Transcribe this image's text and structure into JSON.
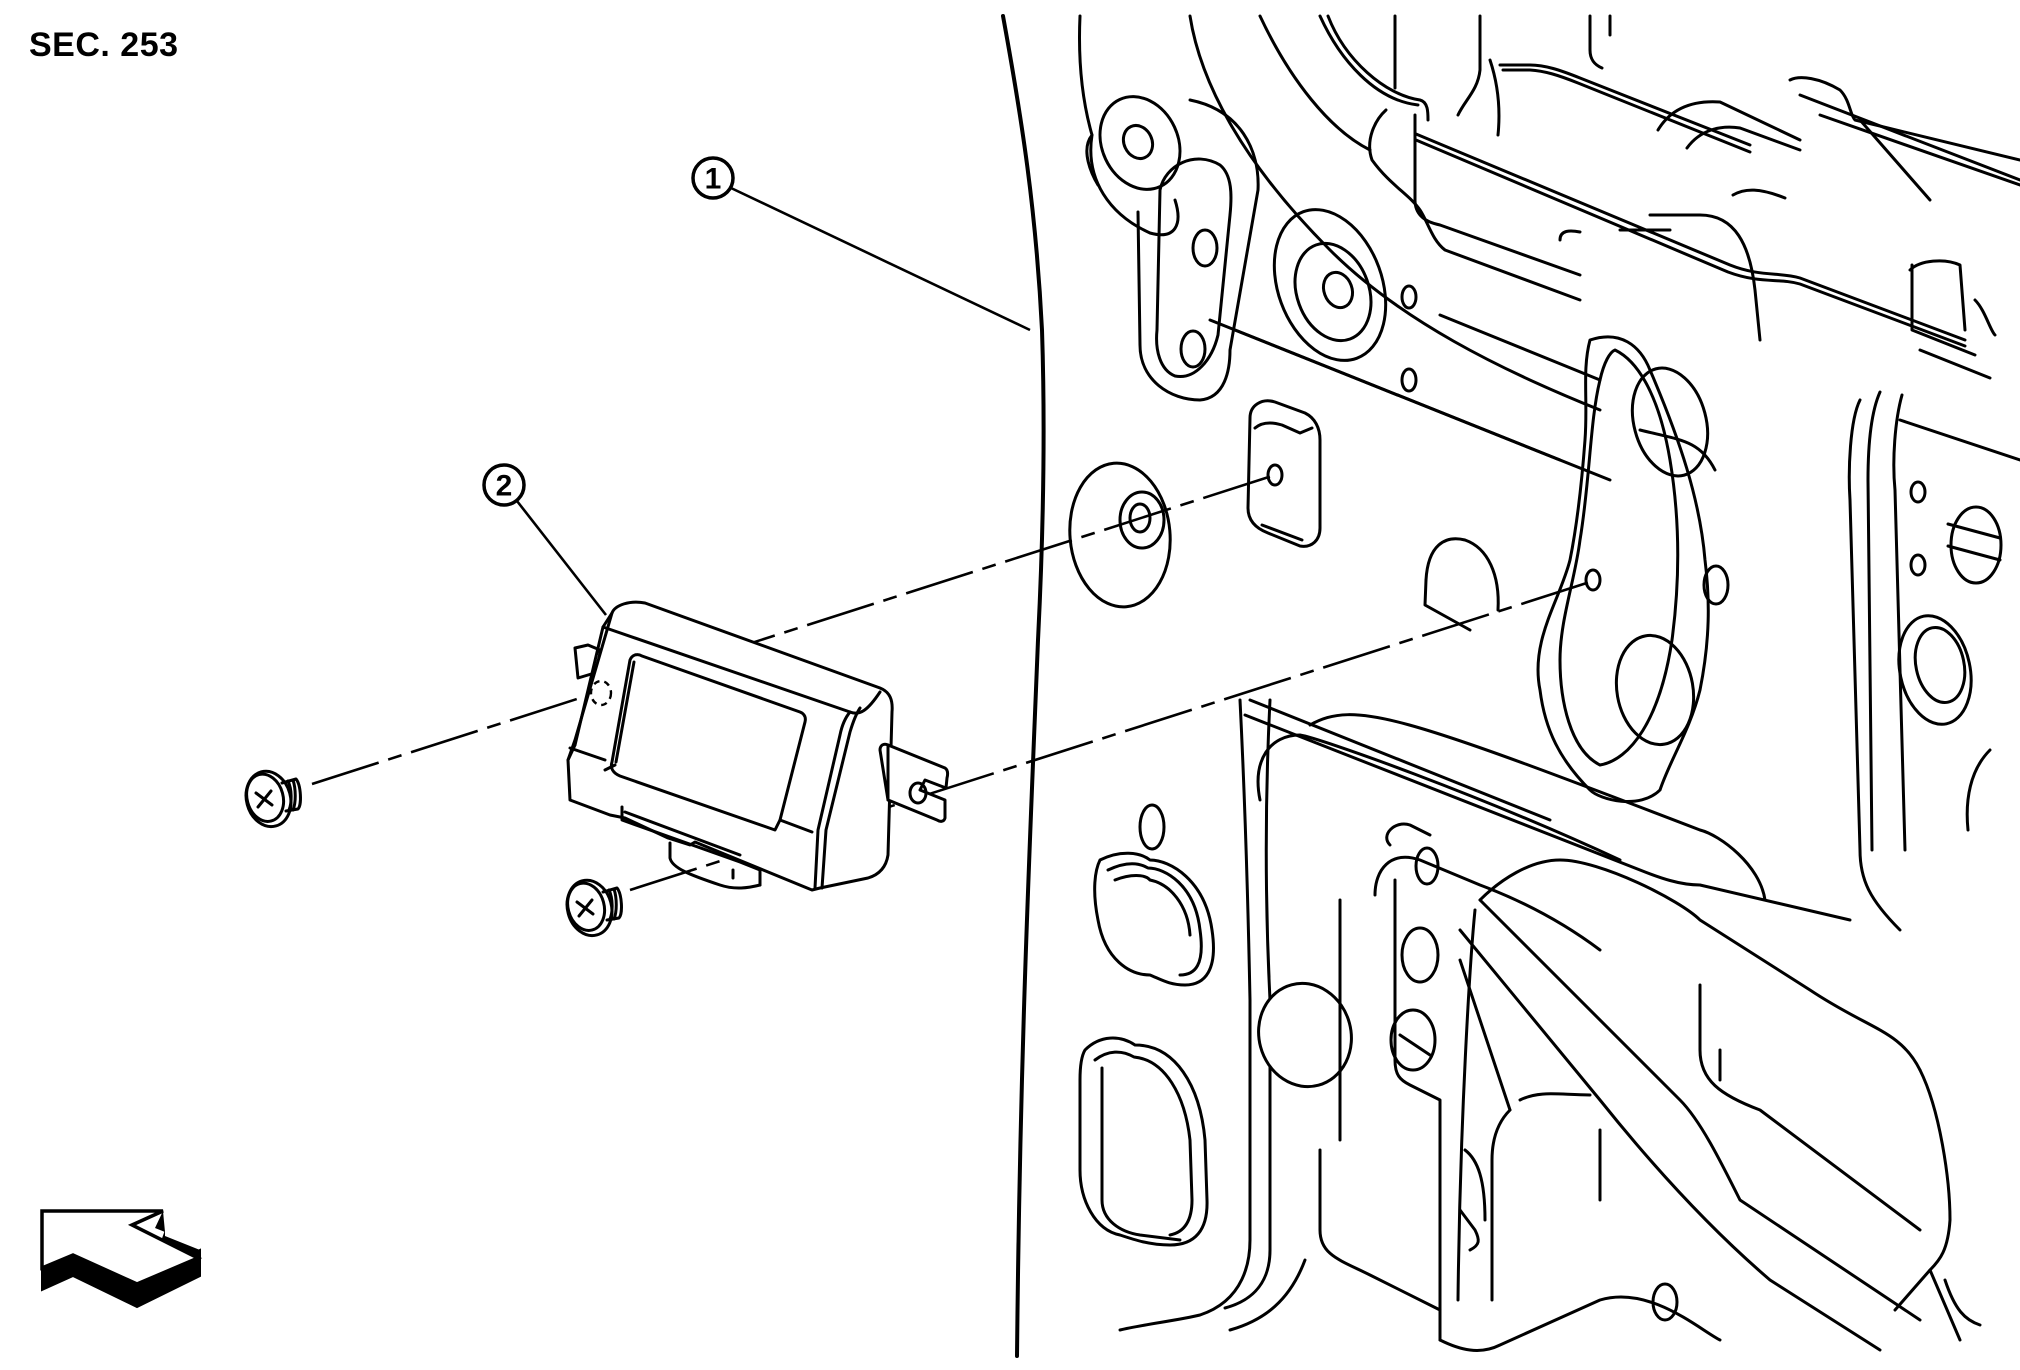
{
  "diagram": {
    "section_label": "SEC. 253",
    "callouts": [
      {
        "number": "1",
        "part": "body-panel"
      },
      {
        "number": "2",
        "part": "control-unit"
      }
    ],
    "fasteners": [
      {
        "type": "screw",
        "head": "phillips-cross"
      },
      {
        "type": "screw",
        "head": "phillips-cross"
      }
    ],
    "view_arrow": {
      "icon": "view-direction-arrow-icon",
      "direction": "up-left"
    },
    "colors": {
      "line": "#000000",
      "background": "#ffffff"
    }
  }
}
